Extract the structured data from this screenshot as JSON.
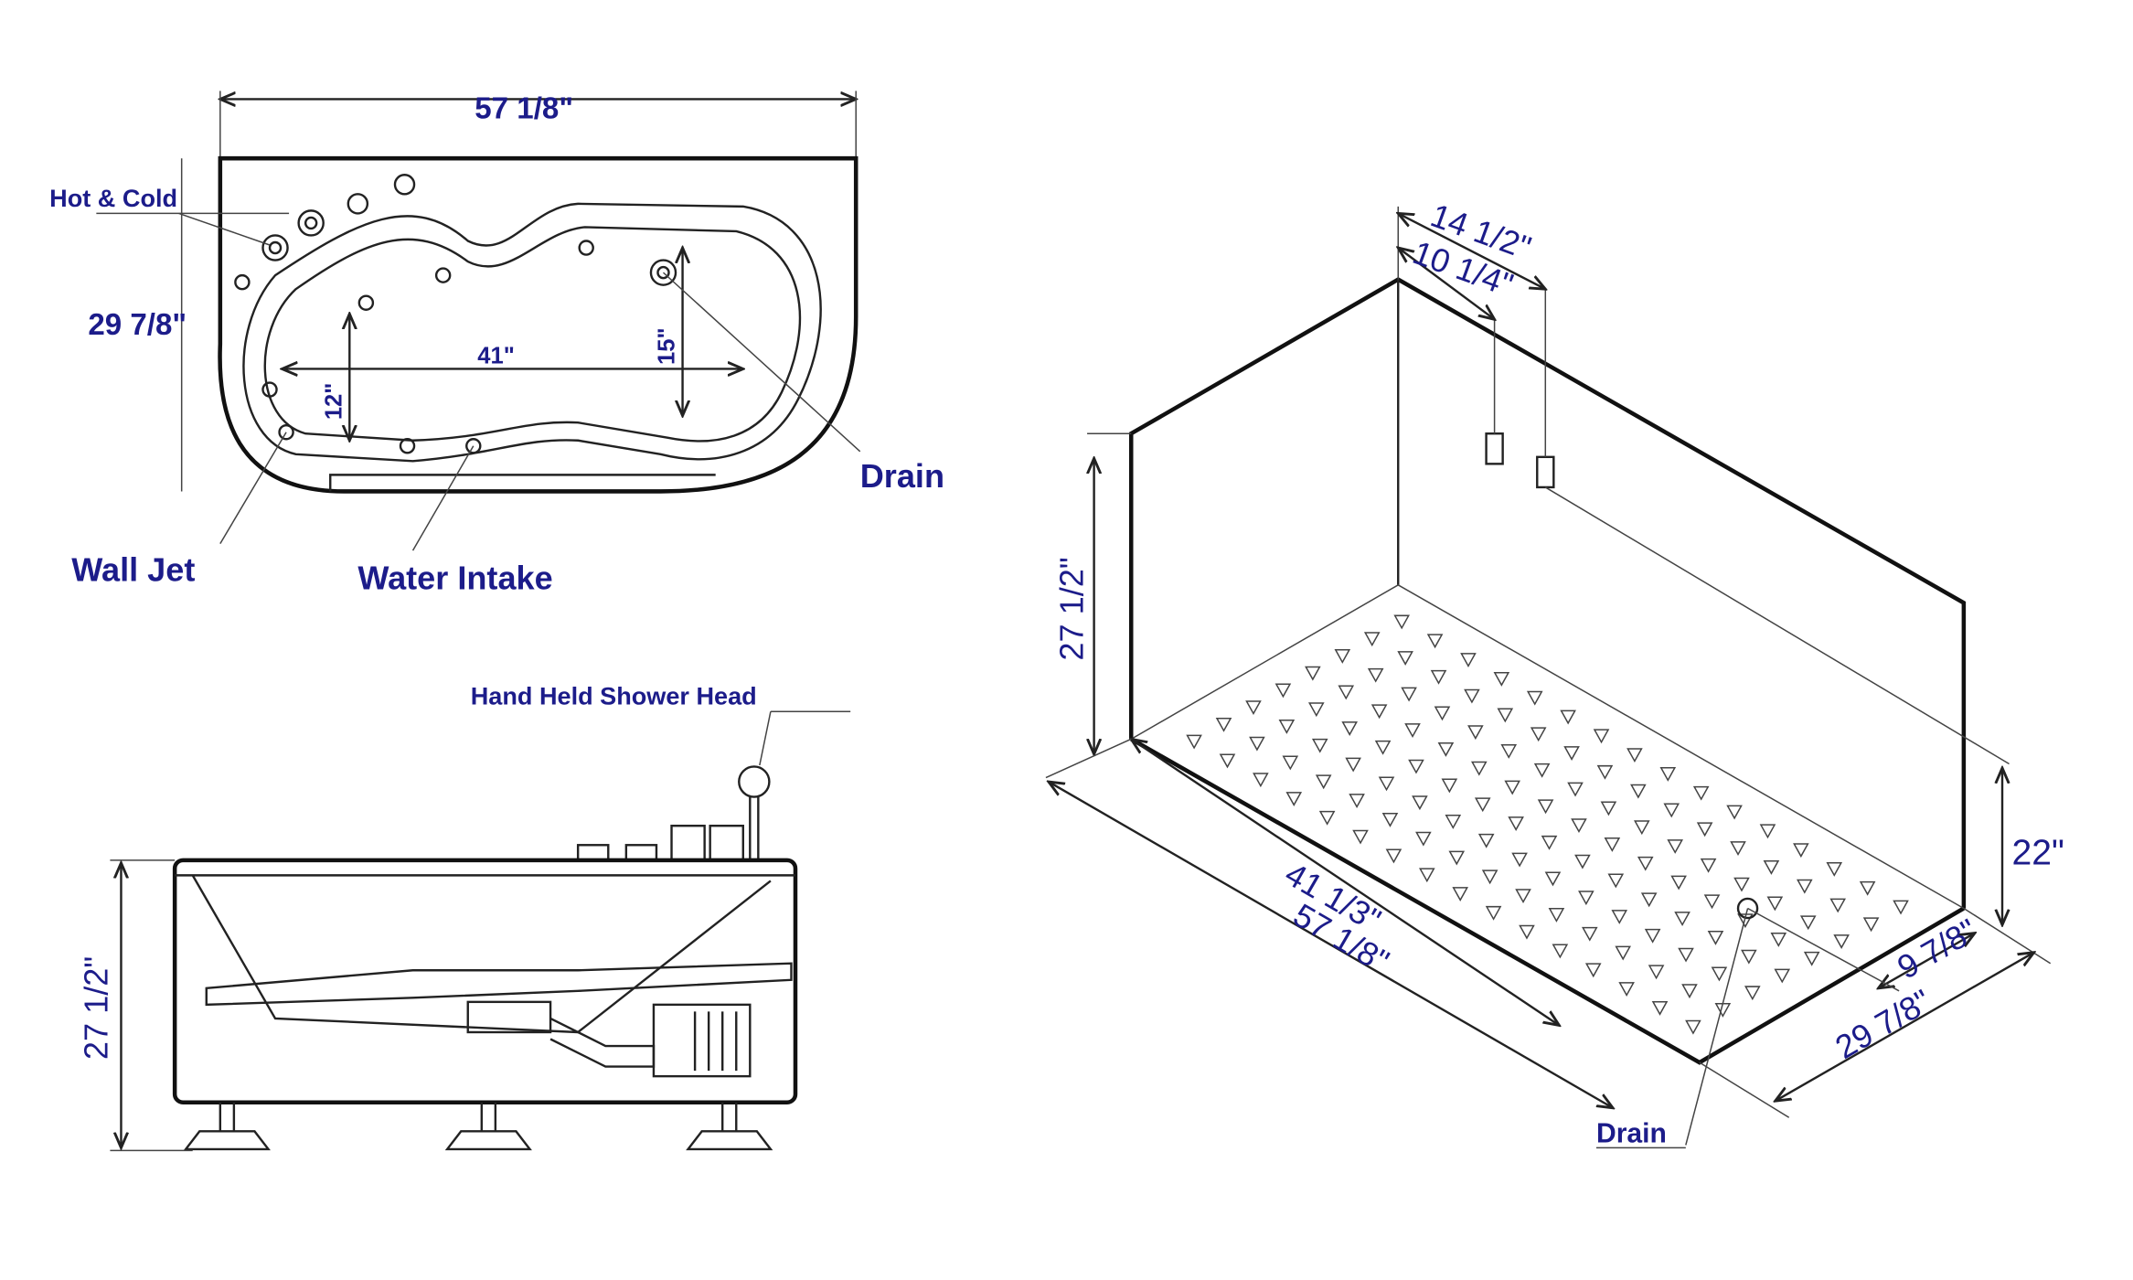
{
  "top_view": {
    "width_label": "57 1/8\"",
    "depth_label": "29 7/8\"",
    "hot_cold_label": "Hot & Cold",
    "inner_length_label": "41\"",
    "inner_width_label": "15\"",
    "inner_width_small_label": "12\"",
    "drain_label": "Drain",
    "wall_jet_label": "Wall Jet",
    "water_intake_label": "Water Intake"
  },
  "side_view": {
    "shower_label": "Hand Held Shower Head",
    "height_label": "27 1/2\""
  },
  "iso_view": {
    "faucet_spacing_outer": "14 1/2\"",
    "faucet_spacing_inner": "10 1/4\"",
    "height_label": "27 1/2\"",
    "inner_height_label": "22\"",
    "inner_length_label": "41 1/3\"",
    "outer_length_label": "57 1/8\"",
    "inner_width_label": "9 7/8\"",
    "outer_width_label": "29 7/8\"",
    "drain_label": "Drain"
  },
  "colors": {
    "label": "#1c1c8a",
    "line": "#222222"
  }
}
